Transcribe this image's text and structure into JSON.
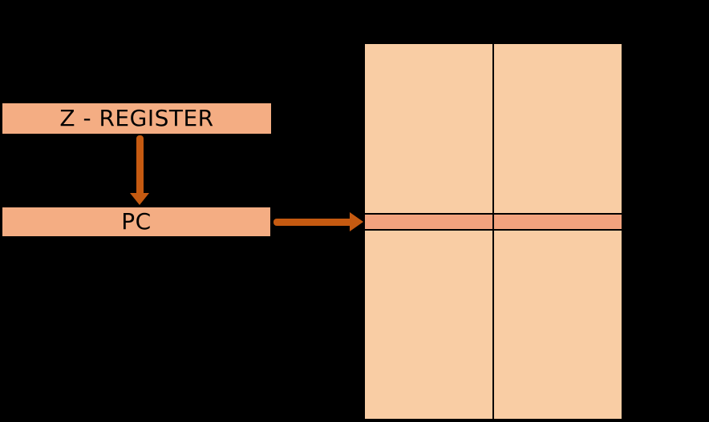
{
  "boxes": {
    "z_register": {
      "label": "Z - REGISTER"
    },
    "pc": {
      "label": "PC"
    }
  },
  "memory": {
    "rows": 3,
    "columns": 2,
    "highlighted_row_index": 1
  },
  "colors": {
    "background": "#000000",
    "box_fill": "#F4AD83",
    "memory_fill": "#F9CDA4",
    "highlight_fill": "#F2A37E",
    "arrow": "#C55A11",
    "border": "#000000",
    "label_text": "#000000"
  }
}
